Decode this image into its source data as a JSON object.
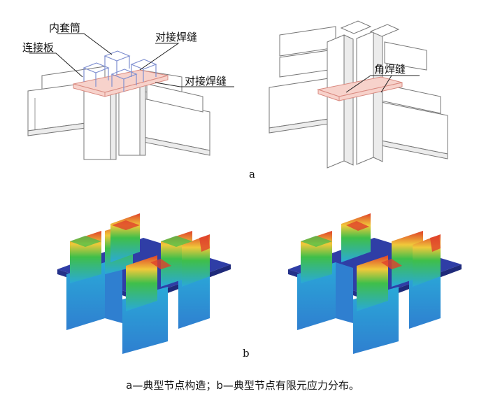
{
  "labels": {
    "inner_sleeve": "内套筒",
    "butt_weld_top": "对接焊缝",
    "connecting_plate": "连接板",
    "butt_weld_side": "对接焊缝",
    "fillet_weld": "角焊缝"
  },
  "sub_a": "a",
  "sub_b": "b",
  "caption": "a—典型节点构造；b—典型节点有限元应力分布。",
  "colors": {
    "plate_pink": "#f7d2cb",
    "sleeve_blue": "#7f8fd0",
    "fea_base": "#2f3ea6",
    "fea_cyan": "#2aa9d8",
    "fea_green": "#3fbf4a",
    "fea_red": "#e0412a"
  }
}
